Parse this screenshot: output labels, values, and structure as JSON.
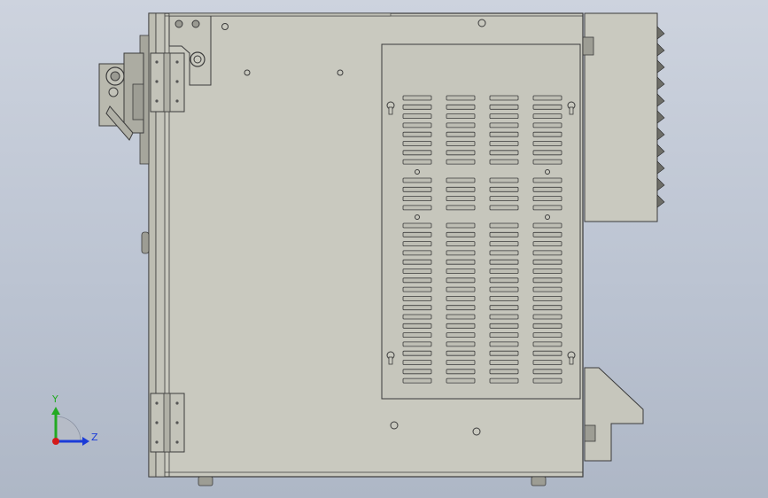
{
  "view": {
    "background_top": "#cdd3de",
    "background_bottom": "#aeb7c6",
    "panel_color": "#c9c9bf",
    "panel_shade": "#bdbdb2",
    "edge_color": "#3b3b3b"
  },
  "triad": {
    "y_label": "Y",
    "z_label": "Z",
    "y_color": "#22aa22",
    "z_color": "#1a3bd8",
    "x_color": "#d41a1a"
  },
  "vents": {
    "columns": 4,
    "top_group_rows": 8,
    "middle_group_rows": 4,
    "bottom_group_rows": 18
  },
  "heatsink": {
    "fins": 11
  }
}
